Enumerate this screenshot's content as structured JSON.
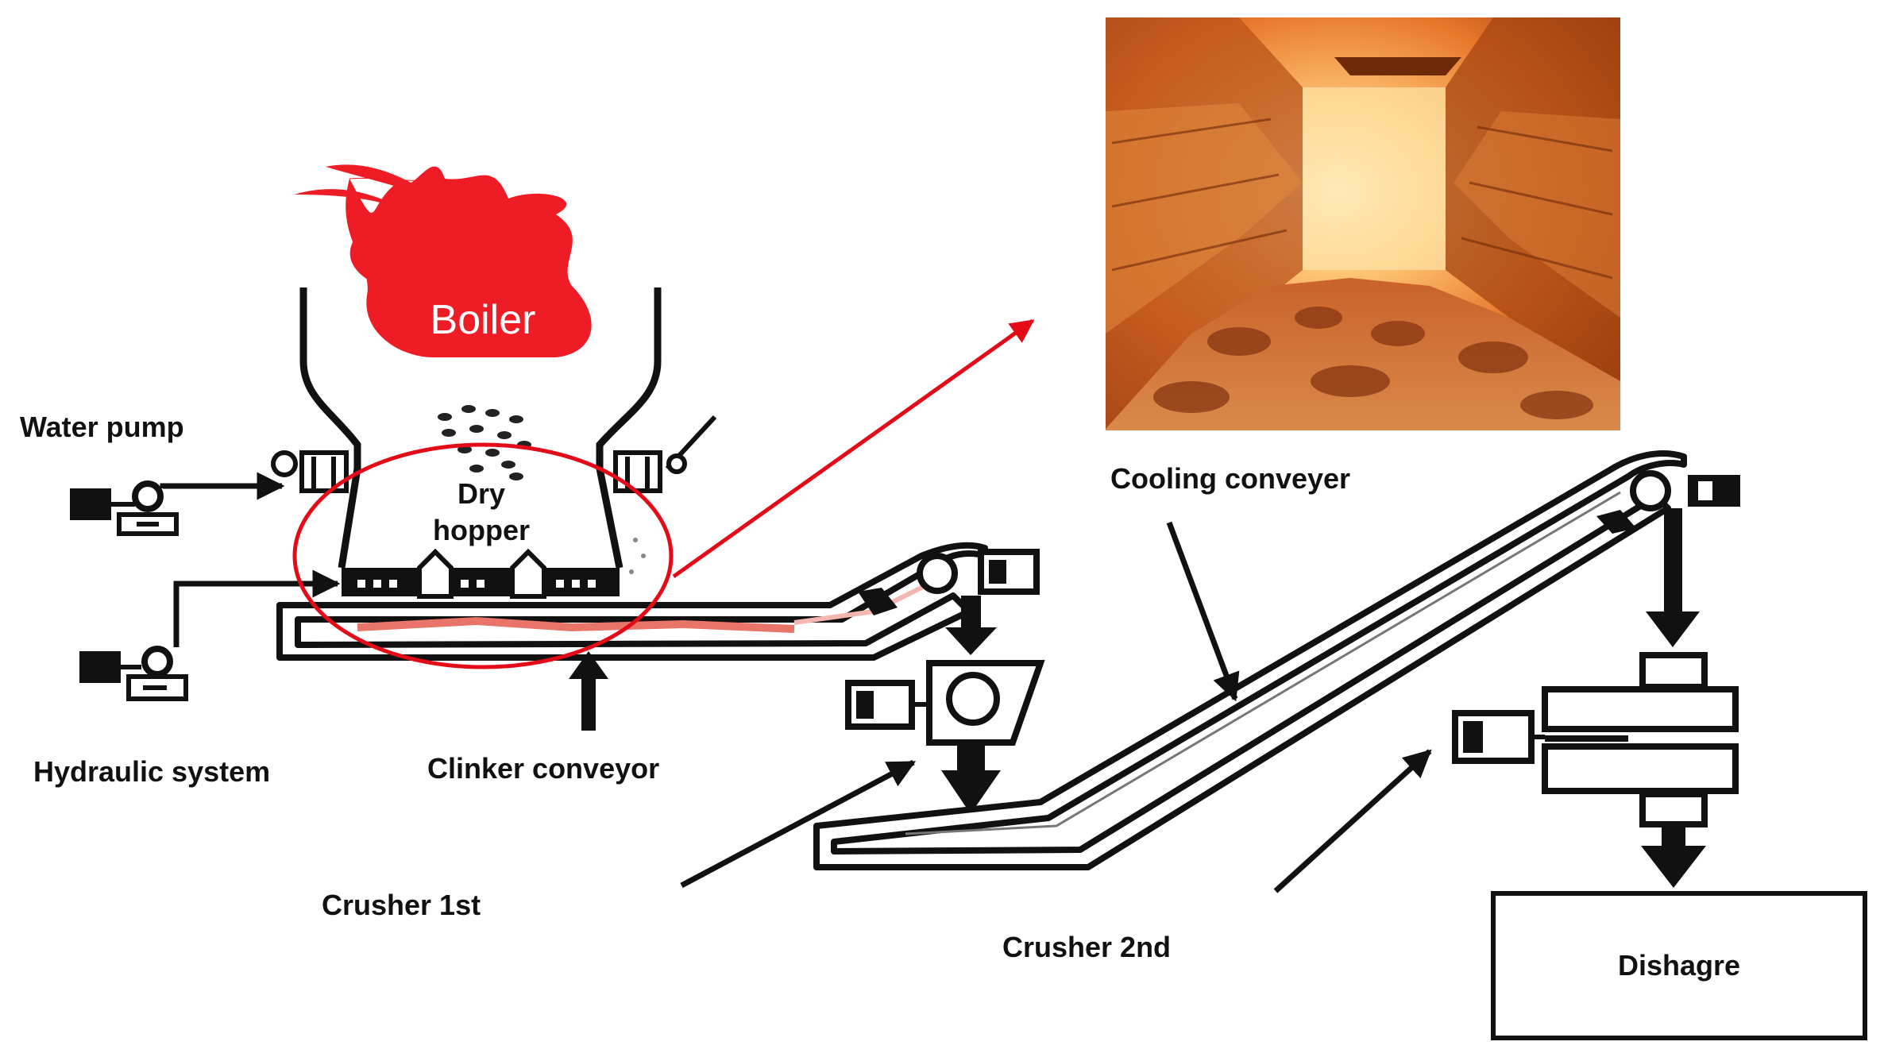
{
  "labels": {
    "boiler": "Boiler",
    "water_pump": "Water pump",
    "dry_hopper_line1": "Dry",
    "dry_hopper_line2": "hopper",
    "hydraulic_system": "Hydraulic system",
    "clinker_conveyor": "Clinker conveyor",
    "cooling_conveyer": "Cooling conveyer",
    "crusher_1st": "Crusher 1st",
    "crusher_2nd": "Crusher 2nd",
    "discharge": "Dishagre"
  },
  "colors": {
    "flame": "#ee1c25",
    "highlight": "#e30b17",
    "line": "#111111",
    "hot_ash": "#e9746a",
    "photo_glow": "#ffb25c",
    "photo_dark": "#7a2606"
  },
  "icons": {
    "flame": "flame-icon",
    "motor": "motor-icon",
    "pump": "pump-icon",
    "arrow": "arrow-icon",
    "photo": "furnace-photo"
  }
}
